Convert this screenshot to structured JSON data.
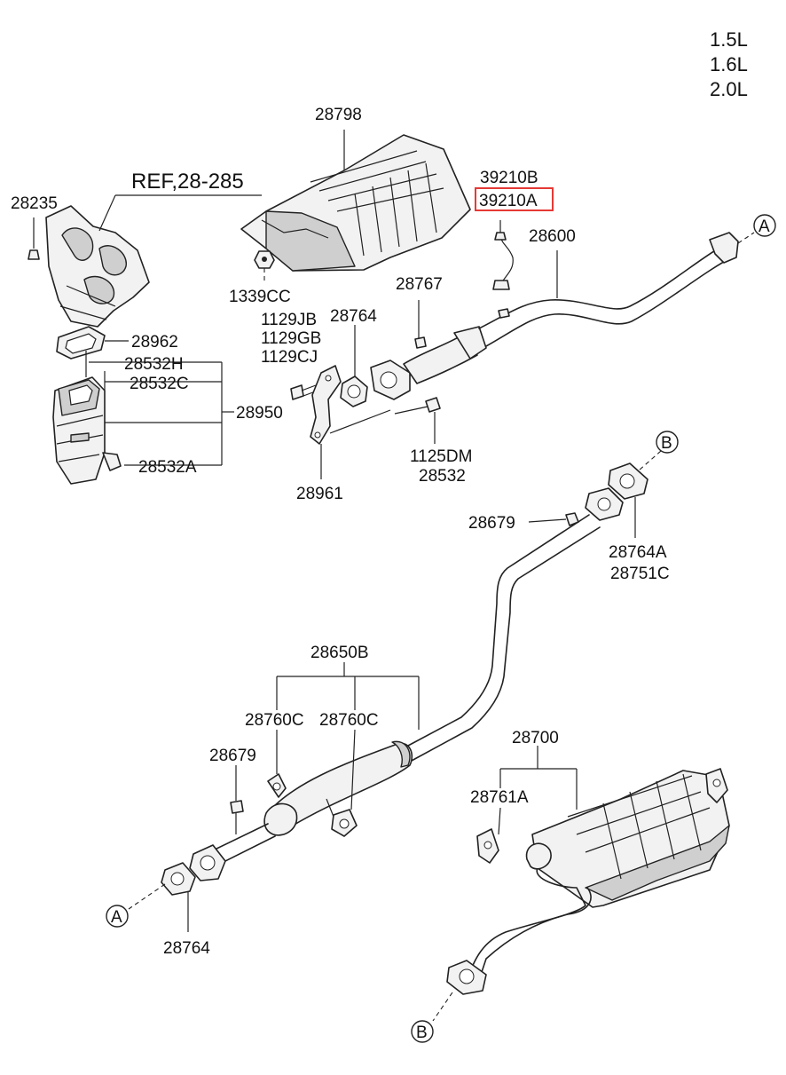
{
  "engine_variants": [
    "1.5L",
    "1.6L",
    "2.0L"
  ],
  "reference": "REF,28-285",
  "highlighted_part": "39210A",
  "connectors": {
    "A": "A",
    "B": "B"
  },
  "labels": {
    "p28798": "28798",
    "p39210B": "39210B",
    "p39210A": "39210A",
    "p28235": "28235",
    "p28600": "28600",
    "p1339CC": "1339CC",
    "p28767": "28767",
    "p1129JB": "1129JB",
    "p1129GB": "1129GB",
    "p1129CJ": "1129CJ",
    "p28764_top": "28764",
    "p28962": "28962",
    "p28532H": "28532H",
    "p28532C": "28532C",
    "p28950": "28950",
    "p28532A": "28532A",
    "p1125DM": "1125DM",
    "p28532": "28532",
    "p28961": "28961",
    "p28679_top": "28679",
    "p28764A": "28764A",
    "p28751C": "28751C",
    "p28650B": "28650B",
    "p28760C_l": "28760C",
    "p28760C_r": "28760C",
    "p28700": "28700",
    "p28679_bot": "28679",
    "p28761A": "28761A",
    "p28764_bot": "28764"
  }
}
